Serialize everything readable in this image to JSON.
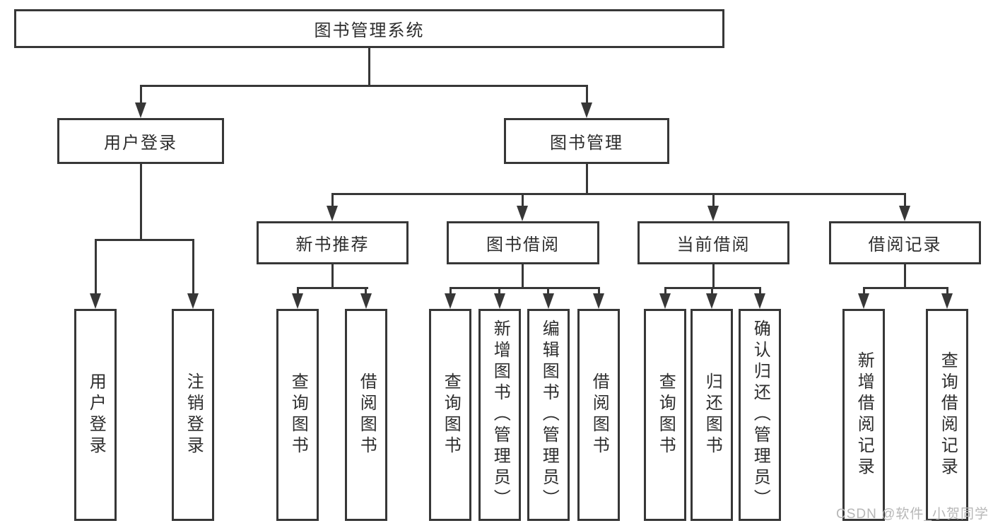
{
  "diagram": {
    "type": "hierarchy-tree",
    "root": {
      "label": "图书管理系统"
    },
    "branches": [
      {
        "label": "用户登录",
        "children": [
          {
            "label": "用户登录"
          },
          {
            "label": "注销登录"
          }
        ]
      },
      {
        "label": "图书管理",
        "children": [
          {
            "label": "新书推荐",
            "children": [
              {
                "label": "查询图书"
              },
              {
                "label": "借阅图书"
              }
            ]
          },
          {
            "label": "图书借阅",
            "children": [
              {
                "label": "查询图书"
              },
              {
                "label": "新增图书（管理员）"
              },
              {
                "label": "编辑图书（管理员）"
              },
              {
                "label": "借阅图书"
              }
            ]
          },
          {
            "label": "当前借阅",
            "children": [
              {
                "label": "查询图书"
              },
              {
                "label": "归还图书"
              },
              {
                "label": "确认归还（管理员）"
              }
            ]
          },
          {
            "label": "借阅记录",
            "children": [
              {
                "label": "新增借阅记录"
              },
              {
                "label": "查询借阅记录"
              }
            ]
          }
        ]
      }
    ]
  },
  "watermark": {
    "text": "CSDN @软件_小贺同学"
  },
  "colors": {
    "line": "#373737",
    "text": "#2d2d2d",
    "watermark": "#b7b7b7",
    "background": "#ffffff"
  }
}
